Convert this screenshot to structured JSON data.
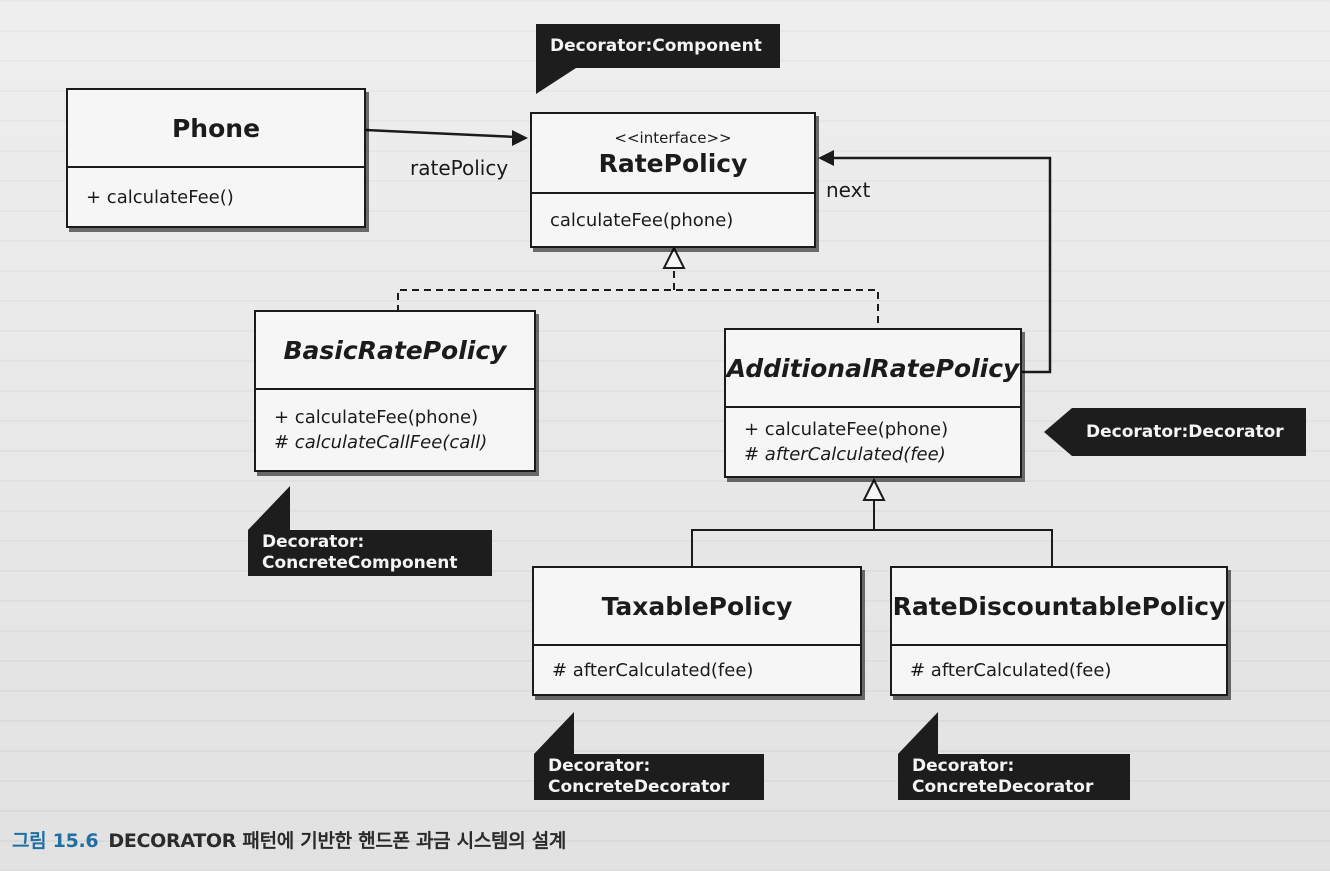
{
  "classes": {
    "phone": {
      "name": "Phone",
      "operations": [
        "+ calculateFee()"
      ]
    },
    "rate_policy": {
      "stereotype": "<<interface>>",
      "name": "RatePolicy",
      "operations": [
        "calculateFee(phone)"
      ]
    },
    "basic_rate_policy": {
      "name": "BasicRatePolicy",
      "operations": [
        "+ calculateFee(phone)",
        "# calculateCallFee(call)"
      ]
    },
    "additional_rate_policy": {
      "name": "AdditionalRatePolicy",
      "operations": [
        "+ calculateFee(phone)",
        "# afterCalculated(fee)"
      ]
    },
    "taxable_policy": {
      "name": "TaxablePolicy",
      "operations": [
        "# afterCalculated(fee)"
      ]
    },
    "rate_discountable_policy": {
      "name": "RateDiscountablePolicy",
      "operations": [
        "# afterCalculated(fee)"
      ]
    }
  },
  "associations": {
    "rate_policy_label": "ratePolicy",
    "next_label": "next"
  },
  "role_tags": {
    "component": [
      "Decorator:Component"
    ],
    "decorator": [
      "Decorator:Decorator"
    ],
    "concrete_component": [
      "Decorator:",
      "ConcreteComponent"
    ],
    "concrete_decorator_1": [
      "Decorator:",
      "ConcreteDecorator"
    ],
    "concrete_decorator_2": [
      "Decorator:",
      "ConcreteDecorator"
    ]
  },
  "caption": {
    "number": "그림 15.6",
    "text": "DECORATOR 패턴에 기반한 핸드폰 과금 시스템의 설계"
  },
  "colors": {
    "ink": "#1b1b1b",
    "tag_background": "#1d1d1d",
    "caption_number": "#1f6fa3"
  }
}
